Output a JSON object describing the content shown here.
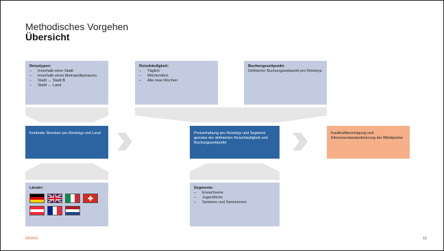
{
  "slide": {
    "title_line1": "Methodisches Vorgehen",
    "title_line2": "Übersicht"
  },
  "reisetypen": {
    "heading": "Reisetypen:",
    "items": [
      "Innerhalb einer Stadt",
      "Innerhalb eines Metropolitanraums",
      "Stadt ↔ Stadt B",
      "Stadt ↔ Land"
    ]
  },
  "reisehaeufigkeit": {
    "heading": "Reisehäufigkeit:",
    "items": [
      "Täglich",
      "Wöchentlich",
      "Alle zwei Wochen"
    ]
  },
  "buchungszeitpunkt": {
    "heading": "Buchungszeitpunkt:",
    "text": "Definierter Buchungszeitpunkt pro Reisetyp"
  },
  "process": {
    "step1": "Konkrete Strecken pro Reisetyp und Land",
    "step2": "Preiserhebung pro Reisetyp und Segment gemäss der definierten Reisehäufigkeit und Buchungszeitpunkt",
    "step3": "Kaufkraftbereinigung und Kilometerstandardisierung der Billettpreise"
  },
  "laender": {
    "heading": "Länder:",
    "flags": [
      "germany-flag",
      "uk-flag",
      "italy-flag",
      "switzerland-flag",
      "austria-flag",
      "france-flag",
      "netherlands-flag"
    ]
  },
  "segmente": {
    "heading": "Segmente:",
    "items": [
      "Erwachsene",
      "Jugendliche",
      "Senioren und Seniorinnen"
    ]
  },
  "footer": {
    "brand": "INFRAS",
    "page_number": "13"
  },
  "colors": {
    "box_bg": "#c3cbe0",
    "blue": "#2c64a2",
    "orange": "#f5b08a",
    "funnel": "#e6e6e6",
    "arrow": "#e0e0e0"
  }
}
